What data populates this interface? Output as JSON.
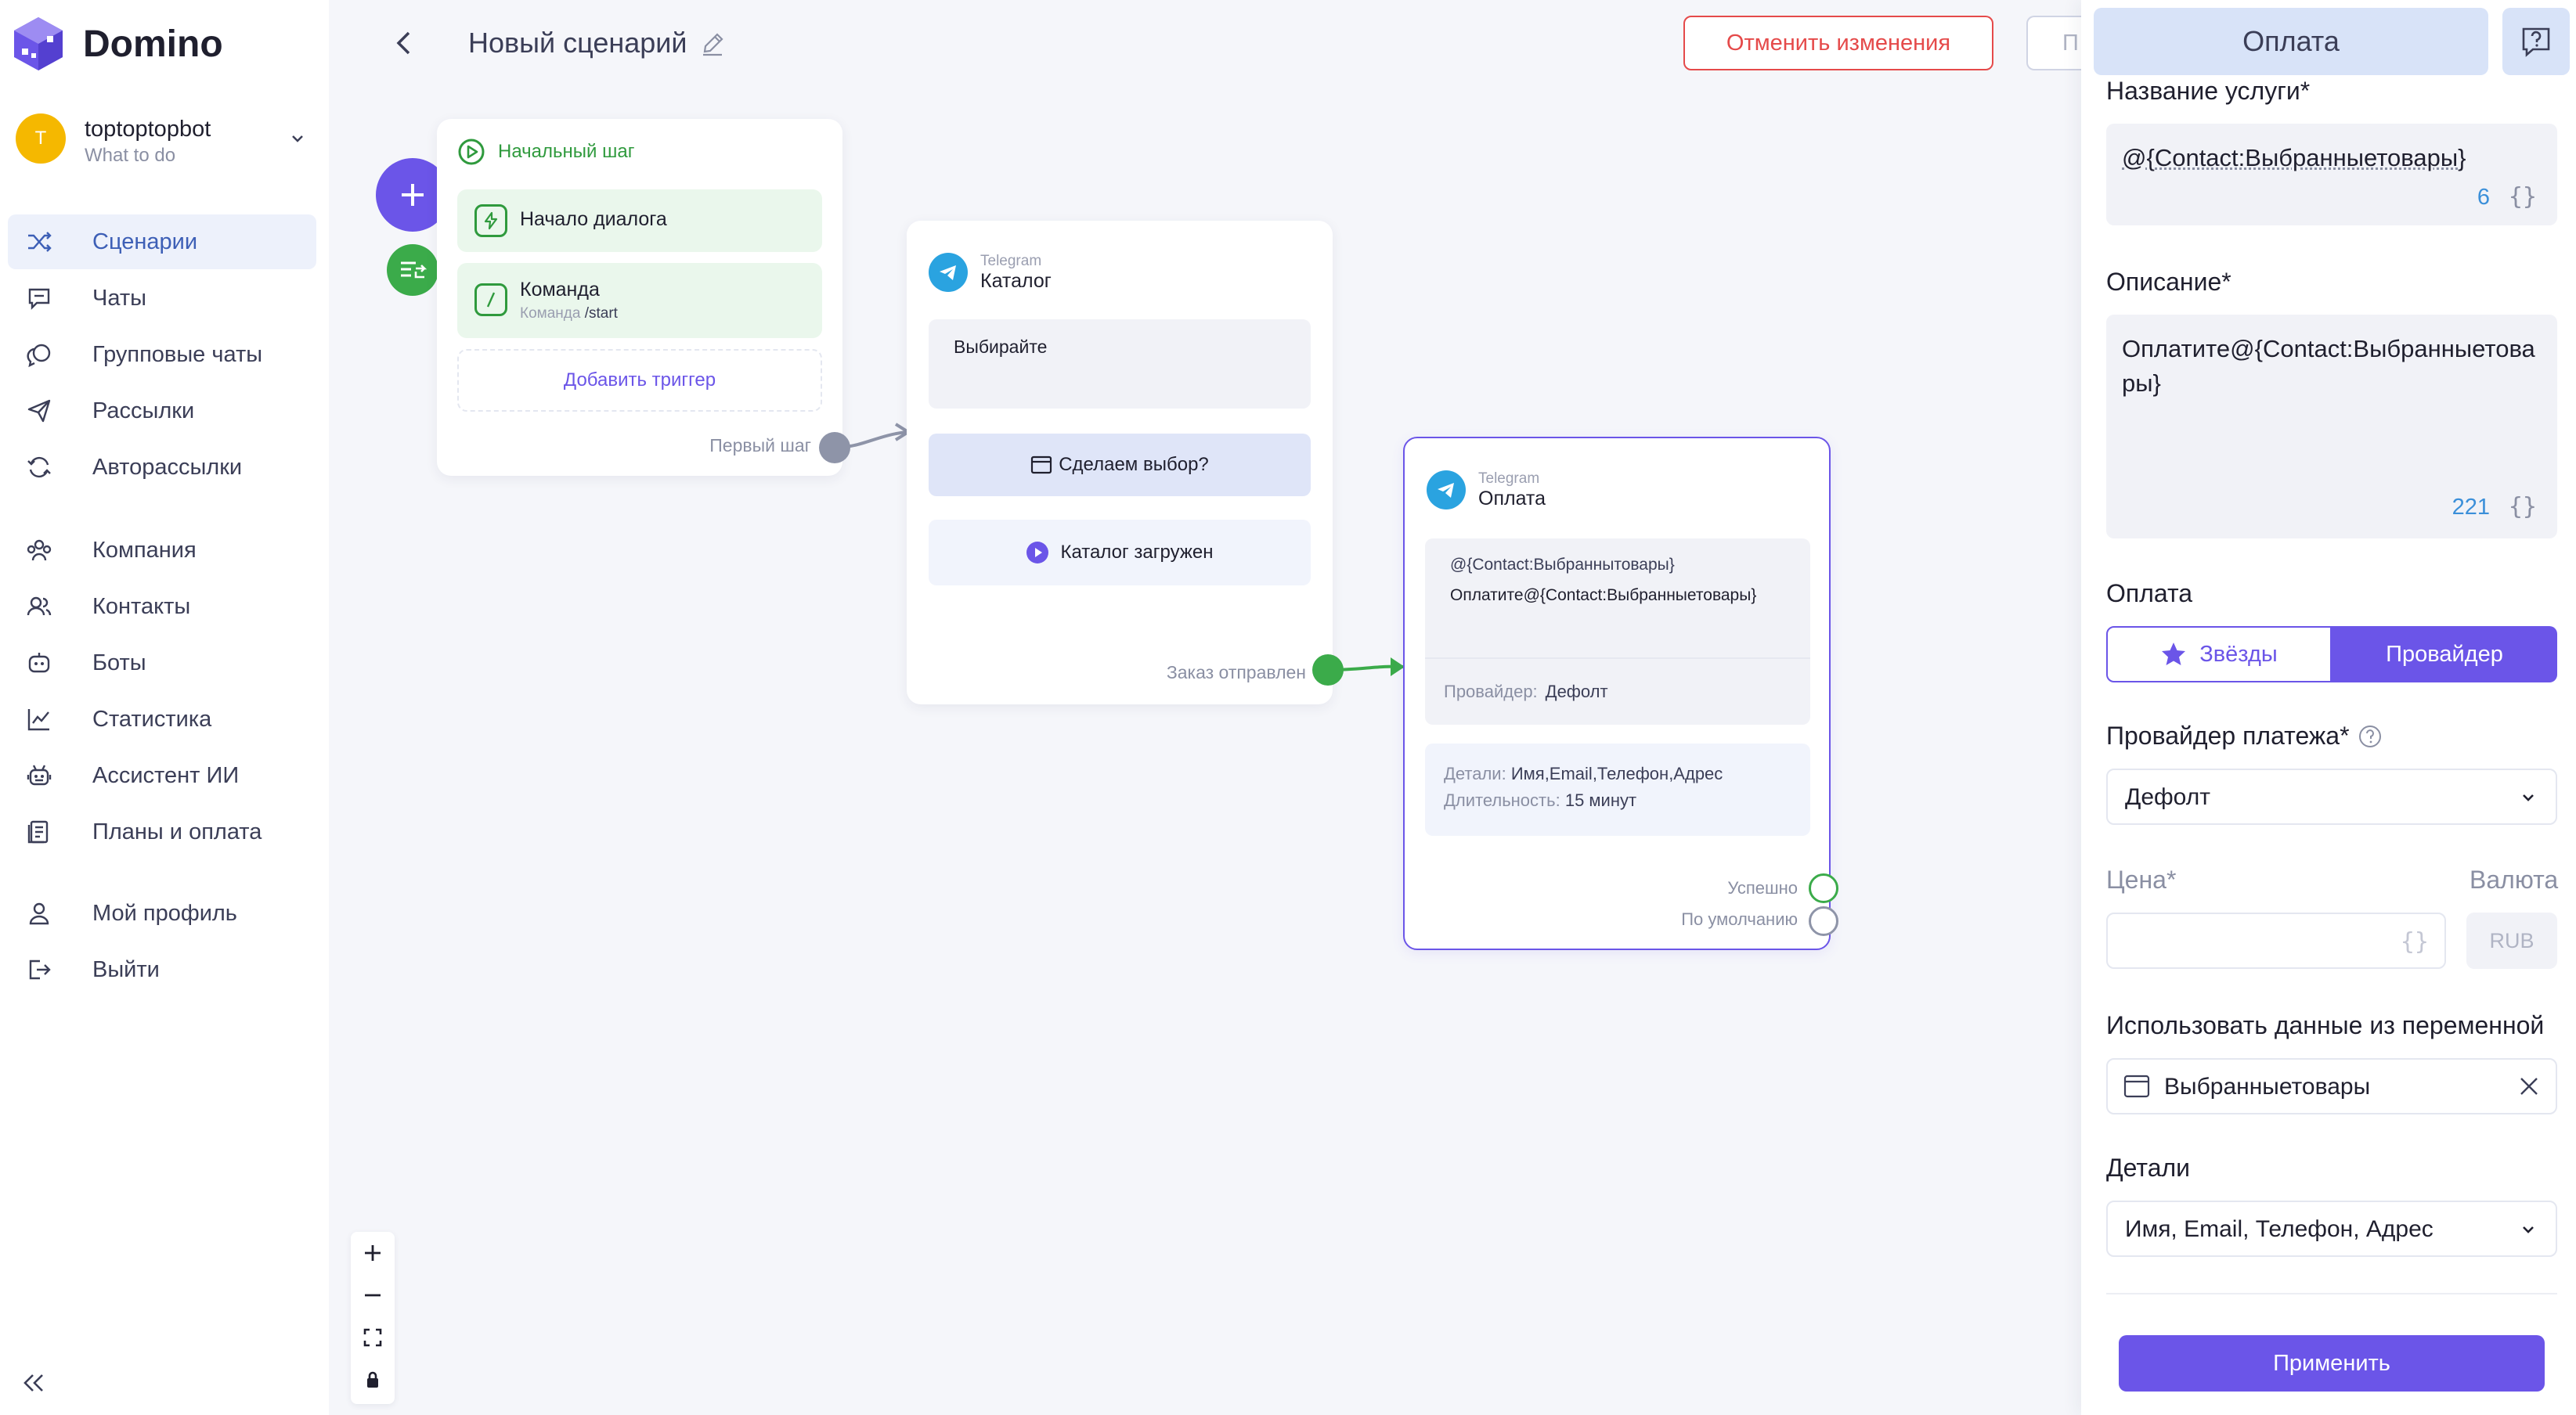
{
  "app": {
    "name": "Domino"
  },
  "bot": {
    "avatar_letter": "T",
    "name": "toptoptopbot",
    "subtitle": "What to do"
  },
  "nav": {
    "items": [
      {
        "label": "Сценарии"
      },
      {
        "label": "Чаты"
      },
      {
        "label": "Групповые чаты"
      },
      {
        "label": "Рассылки"
      },
      {
        "label": "Авторассылки"
      },
      {
        "label": "Компания"
      },
      {
        "label": "Контакты"
      },
      {
        "label": "Боты"
      },
      {
        "label": "Статистика"
      },
      {
        "label": "Ассистент ИИ"
      },
      {
        "label": "Планы и оплата"
      },
      {
        "label": "Мой профиль"
      },
      {
        "label": "Выйти"
      }
    ]
  },
  "header": {
    "title": "Новый сценарий",
    "cancel_label": "Отменить изменения",
    "publish_label": "П"
  },
  "start_node": {
    "title": "Начальный шаг",
    "trigger1": "Начало диалога",
    "trigger2": "Команда",
    "trigger2_sub_label": "Команда",
    "trigger2_sub_value": "/start",
    "add_trigger": "Добавить триггер",
    "output_label": "Первый шаг"
  },
  "catalog_node": {
    "platform": "Telegram",
    "name": "Каталог",
    "message": "Выбирайте",
    "button1": "Сделаем выбор?",
    "button2": "Каталог загружен",
    "output_label": "Заказ отправлен"
  },
  "payment_node": {
    "platform": "Telegram",
    "name": "Оплата",
    "variable": "@{Contact:Выбраннытовары}",
    "description": "Оплатите@{Contact:Выбранныетовары}",
    "provider_label": "Провайдер:",
    "provider_value": "Дефолт",
    "details_label": "Детали:",
    "details_value": "Имя,Email,Телефон,Адрес",
    "duration_label": "Длительность:",
    "duration_value": "15 минут",
    "success_label": "Успешно",
    "default_label": "По умолчанию"
  },
  "panel": {
    "tab_title": "Оплата",
    "service_name_label": "Название услуги*",
    "service_name_value": "@{Contact:Выбранныетовары}",
    "service_name_count": "6",
    "description_label": "Описание*",
    "description_value": "Оплатите@{Contact:Выбранныетовары}",
    "description_count": "221",
    "payment_label": "Оплата",
    "toggle_stars": "Звёзды",
    "toggle_provider": "Провайдер",
    "provider_label": "Провайдер платежа*",
    "provider_value": "Дефолт",
    "price_label": "Цена*",
    "currency_label": "Валюта",
    "currency_value": "RUB",
    "use_var_label": "Использовать данные из переменной",
    "use_var_value": "Выбранныетовары",
    "details_label": "Детали",
    "details_value": "Имя, Email, Телефон, Адрес",
    "apply_label": "Применить"
  },
  "braces_glyph": "{}",
  "colors": {
    "accent": "#6b55e8",
    "active_nav_bg": "#edf1fb",
    "green": "#3bab4a",
    "danger": "#e54a4a",
    "telegram": "#2aa3e0",
    "canvas_bg": "#f5f6fa"
  },
  "icons": {
    "logo": "cube-logo-icon",
    "nav": [
      "shuffle-icon",
      "chat-icon",
      "group-chat-icon",
      "send-icon",
      "repeat-icon",
      "company-icon",
      "contacts-icon",
      "bot-icon",
      "chart-icon",
      "robot-icon",
      "plans-icon",
      "user-icon",
      "logout-icon"
    ]
  }
}
